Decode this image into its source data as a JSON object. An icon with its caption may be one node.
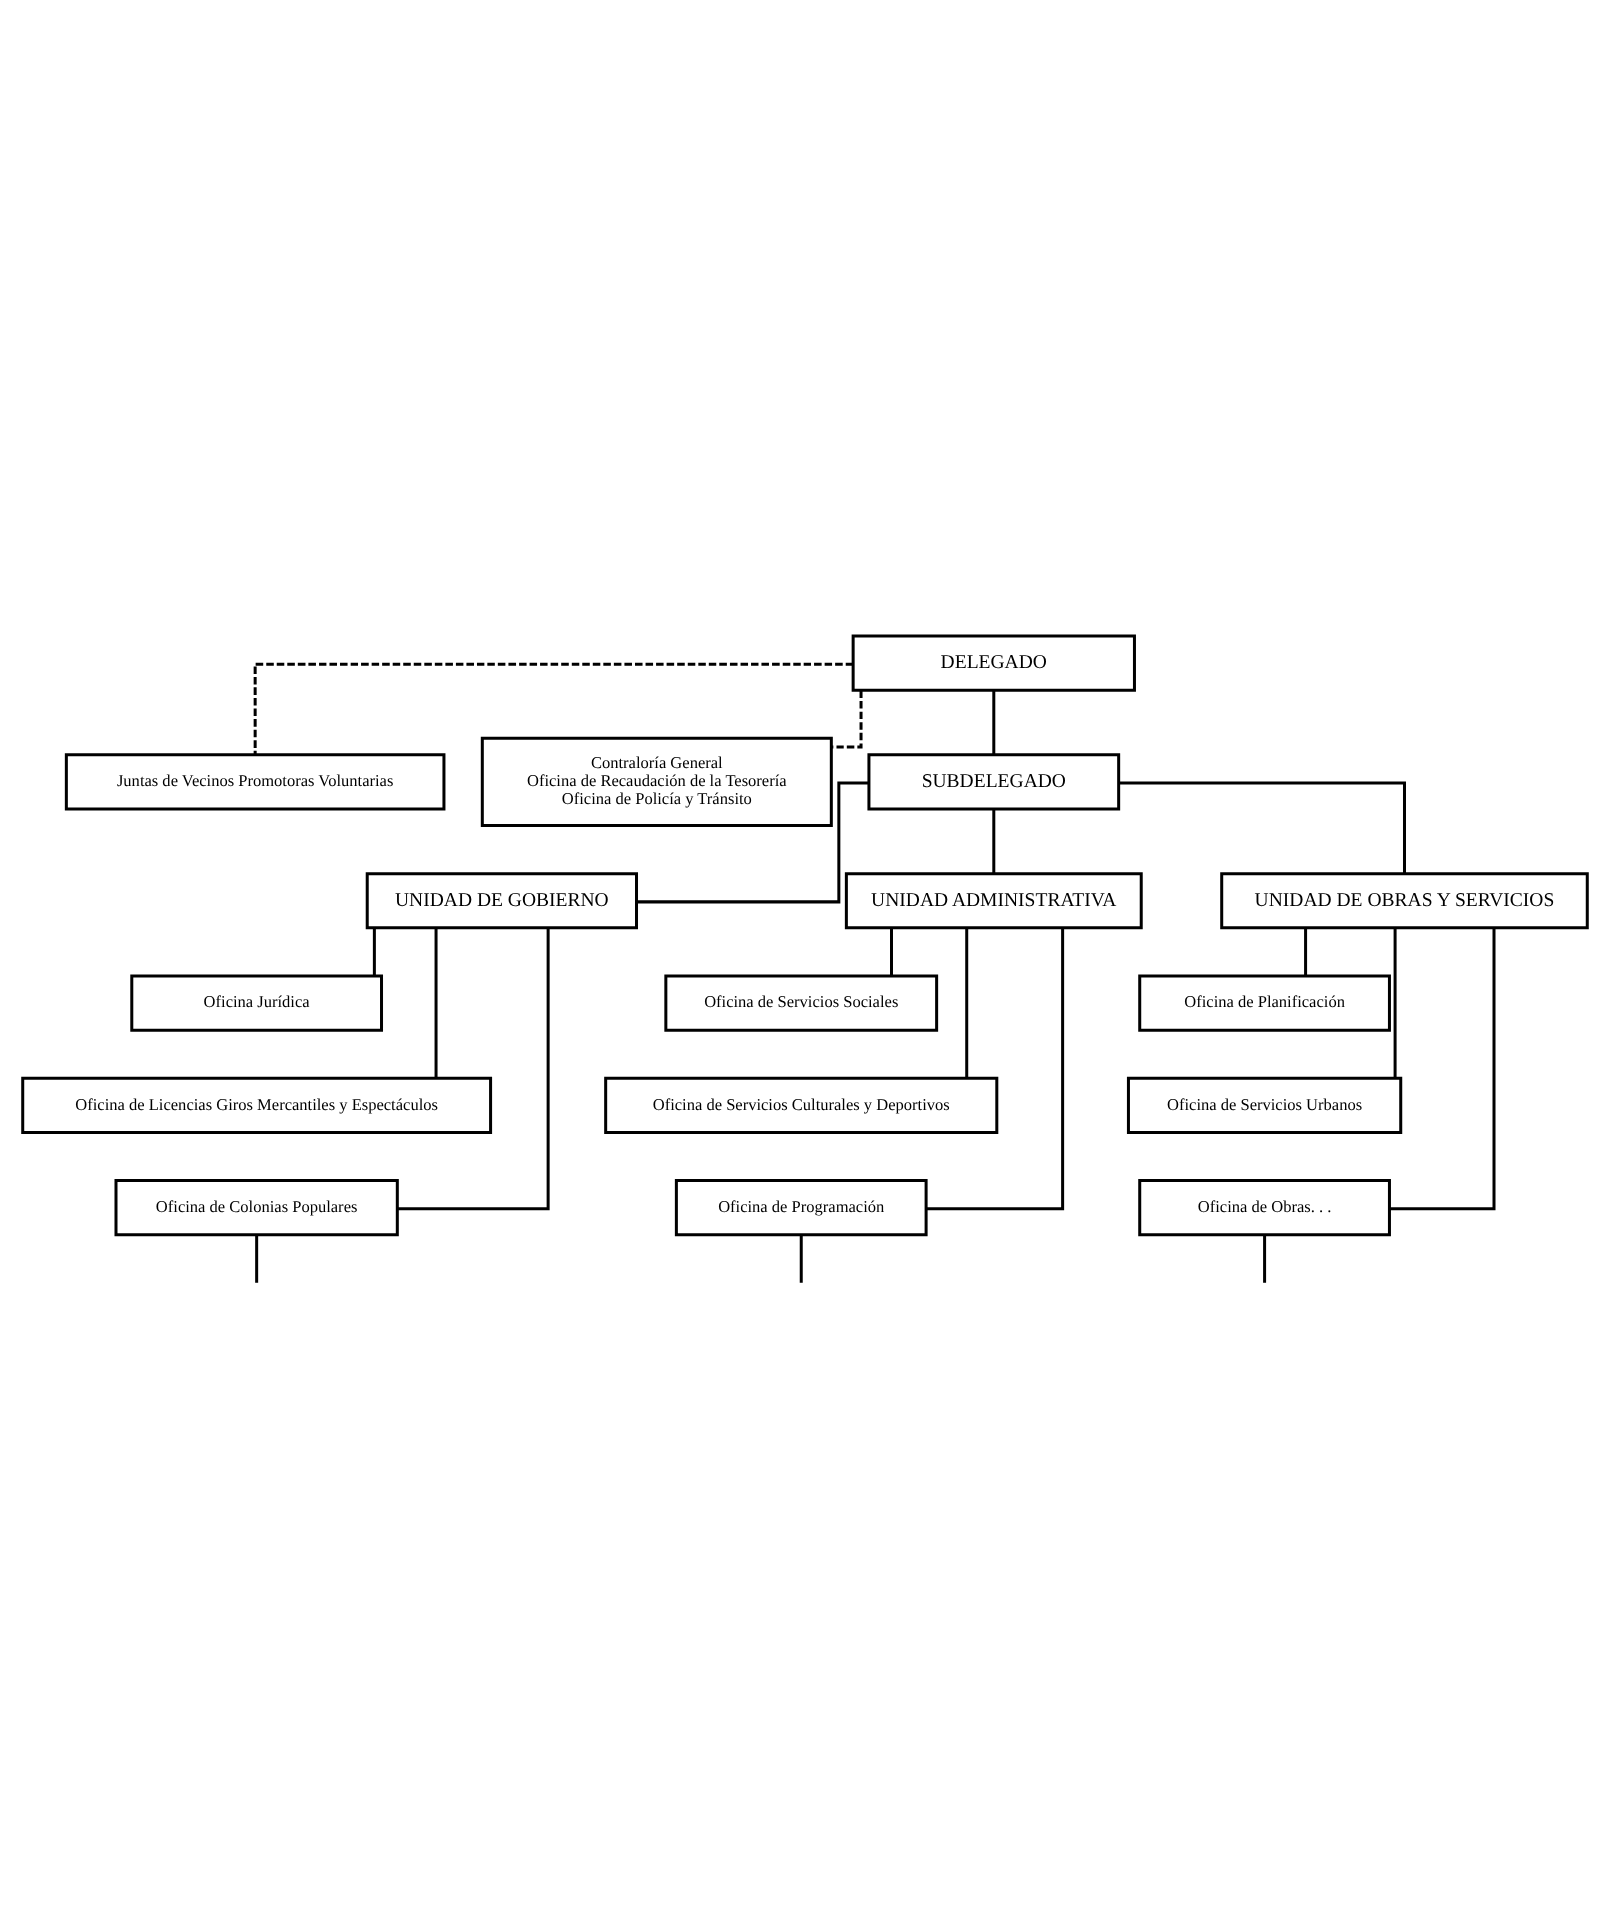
{
  "diagram": {
    "nodes": [
      {
        "text": [
          "DELEGADO"
        ]
      },
      {
        "text": [
          "Juntas de Vecinos Promotoras Voluntarias"
        ]
      },
      {
        "text": [
          "Contraloría General",
          "Oficina de Recaudación de la Tesorería",
          "Oficina de Policía y Tránsito"
        ]
      },
      {
        "text": [
          "SUBDELEGADO"
        ]
      },
      {
        "text": [
          "UNIDAD DE GOBIERNO"
        ]
      },
      {
        "text": [
          "UNIDAD ADMINISTRATIVA"
        ]
      },
      {
        "text": [
          "UNIDAD DE OBRAS Y SERVICIOS"
        ]
      },
      {
        "text": [
          "Oficina Jurídica"
        ]
      },
      {
        "text": [
          "Oficina de Licencias Giros Mercantiles y Espectáculos"
        ]
      },
      {
        "text": [
          "Oficina de Colonias Populares"
        ]
      },
      {
        "text": [
          "Oficina de Servicios Sociales"
        ]
      },
      {
        "text": [
          "Oficina de Servicios Culturales y Deportivos"
        ]
      },
      {
        "text": [
          "Oficina de Programación"
        ]
      },
      {
        "text": [
          "Oficina de Planificación"
        ]
      },
      {
        "text": [
          "Oficina de Servicios Urbanos"
        ]
      },
      {
        "text": [
          "Oficina de Obras. . ."
        ]
      }
    ],
    "edges": [
      {
        "from": 0,
        "to": 3,
        "arrow": "none"
      },
      {
        "from": 0,
        "to": 1,
        "arrow": "none",
        "style": "dashed"
      },
      {
        "from": 0,
        "to": 2,
        "arrow": "none",
        "style": "dashed"
      },
      {
        "from": 3,
        "to": 4,
        "arrow": "none"
      },
      {
        "from": 3,
        "to": 5,
        "arrow": "none"
      },
      {
        "from": 3,
        "to": 6,
        "arrow": "none"
      },
      {
        "from": 4,
        "to": 7,
        "arrow": "none"
      },
      {
        "from": 4,
        "to": 8,
        "arrow": "none"
      },
      {
        "from": 4,
        "to": 9,
        "arrow": "none"
      },
      {
        "from": 5,
        "to": 10,
        "arrow": "none"
      },
      {
        "from": 5,
        "to": 11,
        "arrow": "none"
      },
      {
        "from": 5,
        "to": 12,
        "arrow": "none"
      },
      {
        "from": 6,
        "to": 13,
        "arrow": "none"
      },
      {
        "from": 6,
        "to": 14,
        "arrow": "none"
      },
      {
        "from": 6,
        "to": 15,
        "arrow": "none"
      },
      {
        "from": 9,
        "to": null,
        "arrow": "none"
      },
      {
        "from": 12,
        "to": null,
        "arrow": "none"
      },
      {
        "from": 15,
        "to": null,
        "arrow": "none"
      }
    ]
  }
}
